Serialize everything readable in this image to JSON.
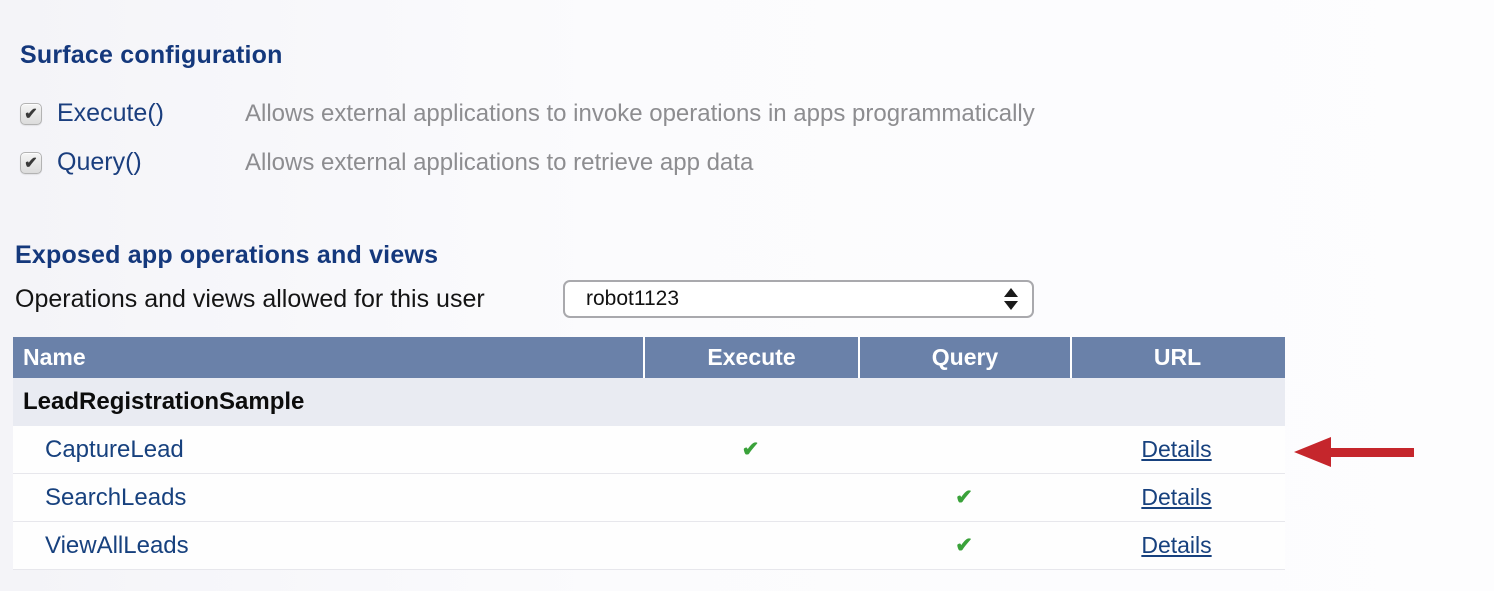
{
  "surface": {
    "title": "Surface configuration",
    "options": [
      {
        "label": "Execute()",
        "checked": "✔",
        "description": "Allows external applications to invoke operations in apps programmatically"
      },
      {
        "label": "Query()",
        "checked": "✔",
        "description": "Allows external applications to retrieve app data"
      }
    ]
  },
  "exposed": {
    "title": "Exposed app operations and views",
    "select_label": "Operations and views allowed for this user",
    "select_value": "robot1123"
  },
  "table": {
    "columns": [
      "Name",
      "Execute",
      "Query",
      "URL"
    ],
    "group_label": "LeadRegistrationSample",
    "rows": [
      {
        "name": "CaptureLead",
        "execute": "✔",
        "query": "",
        "url_label": "Details"
      },
      {
        "name": "SearchLeads",
        "execute": "",
        "query": "✔",
        "url_label": "Details"
      },
      {
        "name": "ViewAllLeads",
        "execute": "",
        "query": "✔",
        "url_label": "Details"
      }
    ]
  },
  "colors": {
    "heading_blue": "#14387c",
    "link_blue": "#17417e",
    "table_header_bg": "#6a81a9",
    "group_row_bg": "#e9ebf2",
    "description_gray": "#8d8d90",
    "check_green": "#3aa23a",
    "arrow_red": "#c5262c"
  }
}
